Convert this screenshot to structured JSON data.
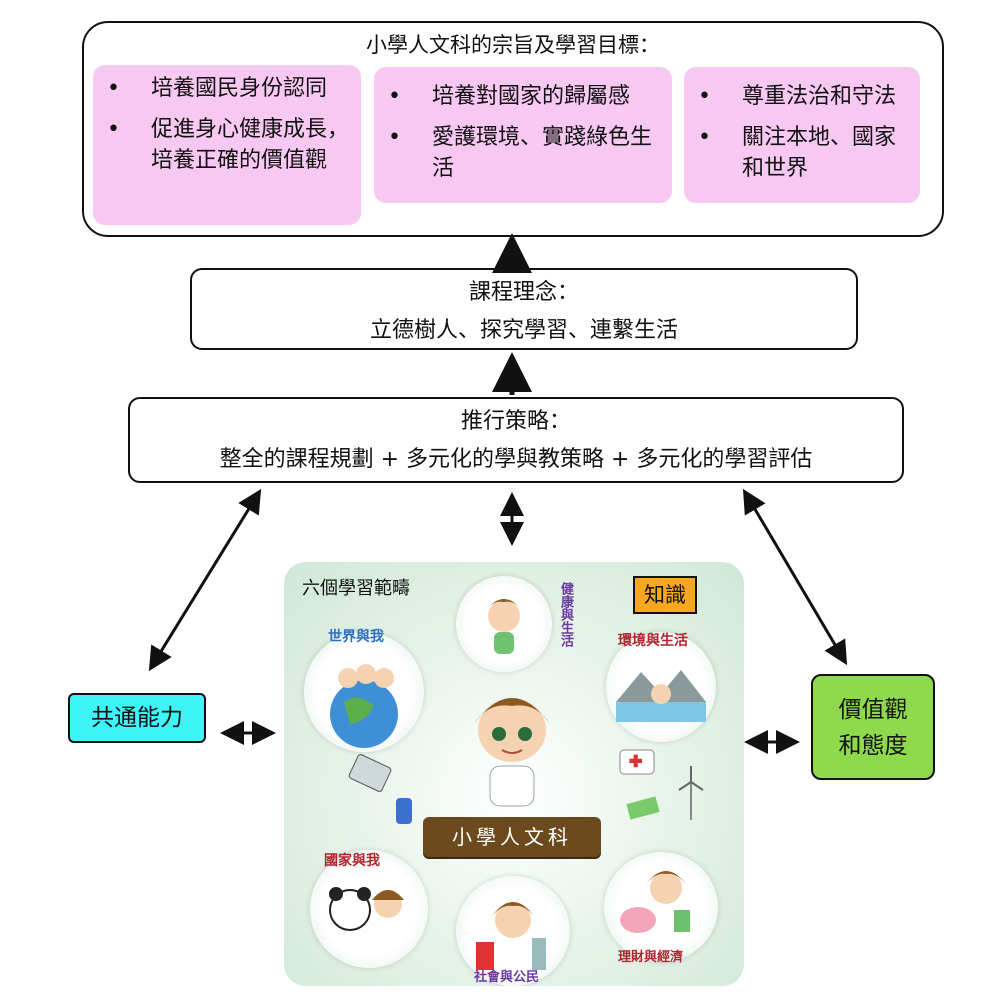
{
  "goals": {
    "title": "小學人文科的宗旨及學習目標：",
    "col1": [
      "培養國民身份認同",
      "促進身心健康成長，培養正確的價值觀"
    ],
    "col2": [
      "培養對國家的歸屬感",
      "愛護環境、實踐綠色生活"
    ],
    "col3": [
      "尊重法治和守法",
      "關注本地、國家和世界"
    ]
  },
  "concept": {
    "title": "課程理念：",
    "text": "立德樹人、探究學習、連繫生活"
  },
  "strategy": {
    "title": "推行策略：",
    "text": "整全的課程規劃 + 多元化的學與教策略 + 多元化的學習評估"
  },
  "generic_skills": "共通能力",
  "values_attitudes": [
    "價值觀",
    "和態度"
  ],
  "domains": {
    "title": "六個學習範疇",
    "knowledge": "知識",
    "banner": "小學人文科",
    "items": [
      "健康與生活",
      "世界與我",
      "環境與生活",
      "國家與我",
      "社會與公民",
      "理財與經濟"
    ]
  },
  "colors": {
    "pink": "#f7c8f2",
    "cyan": "#3ff4f6",
    "green": "#8ed94c",
    "orange": "#f9a81b"
  }
}
